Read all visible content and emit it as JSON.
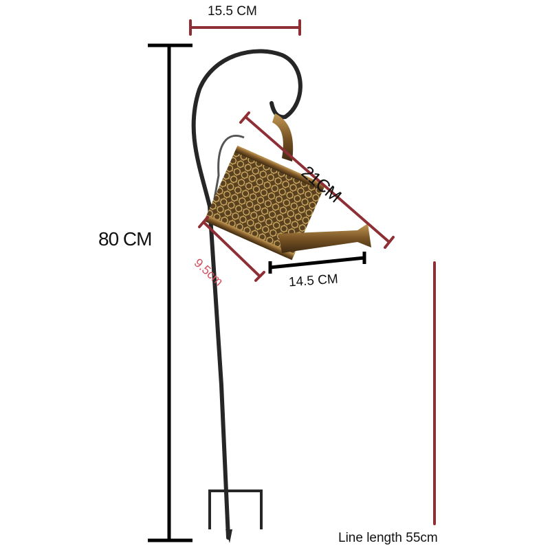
{
  "dimensions": {
    "hook_width": "15.5 CM",
    "total_height": "80 CM",
    "can_length": "21CM",
    "can_diameter": "9.5cm",
    "spout_length": "14.5 CM",
    "line_length": "Line length 55cm"
  },
  "colors": {
    "dimension_red": "#8e2f35",
    "diameter_text": "#d2505e",
    "metal": "#2a2a2a",
    "bronze": "#8a6a35"
  }
}
